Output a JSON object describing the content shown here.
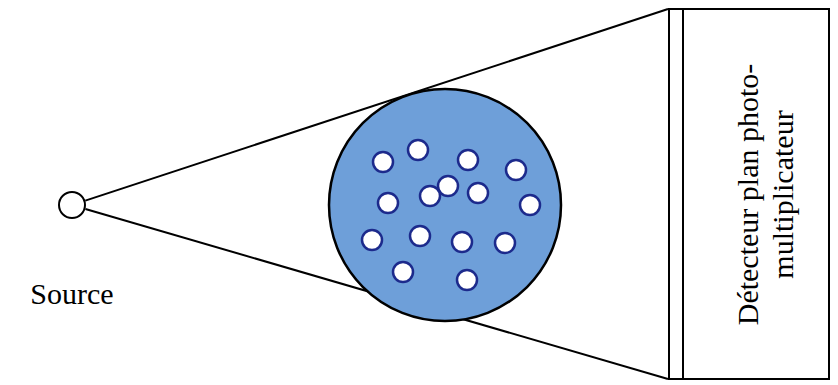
{
  "diagram": {
    "nodes": [
      {
        "text": [
          "Source"
        ]
      },
      {
        "text": [
          "Détecteur plan photo-multiplicateur"
        ]
      }
    ],
    "edges": [
      {
        "from": 0,
        "to": 1,
        "arrow": "none"
      },
      {
        "from": 0,
        "to": 1,
        "arrow": "none"
      }
    ]
  }
}
